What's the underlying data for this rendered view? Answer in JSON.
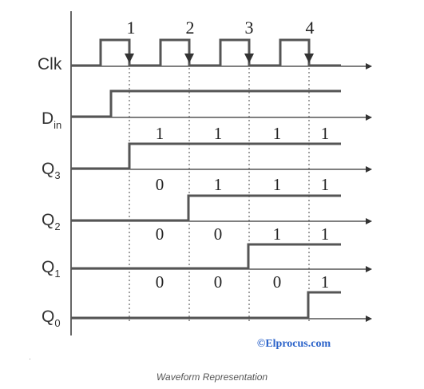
{
  "diagram": {
    "caption": "Waveform Representation",
    "watermark": "©Elprocus.com",
    "watermark_color": "#2a62c9",
    "line_color": "#555555",
    "signals": [
      {
        "id": "clk",
        "label": "Clk",
        "sub": ""
      },
      {
        "id": "din",
        "label": "D",
        "sub": "in"
      },
      {
        "id": "q3",
        "label": "Q",
        "sub": "3"
      },
      {
        "id": "q2",
        "label": "Q",
        "sub": "2"
      },
      {
        "id": "q1",
        "label": "Q",
        "sub": "1"
      },
      {
        "id": "q0",
        "label": "Q",
        "sub": "0"
      }
    ],
    "clock_numbers": [
      "1",
      "2",
      "3",
      "4"
    ],
    "state_rows": [
      {
        "signal": "Q3",
        "values": [
          "1",
          "1",
          "1",
          "1"
        ]
      },
      {
        "signal": "Q2",
        "values": [
          "0",
          "1",
          "1",
          "1"
        ]
      },
      {
        "signal": "Q1",
        "values": [
          "0",
          "0",
          "1",
          "1"
        ]
      },
      {
        "signal": "Q0",
        "values": [
          "0",
          "0",
          "0",
          "1"
        ]
      }
    ]
  }
}
